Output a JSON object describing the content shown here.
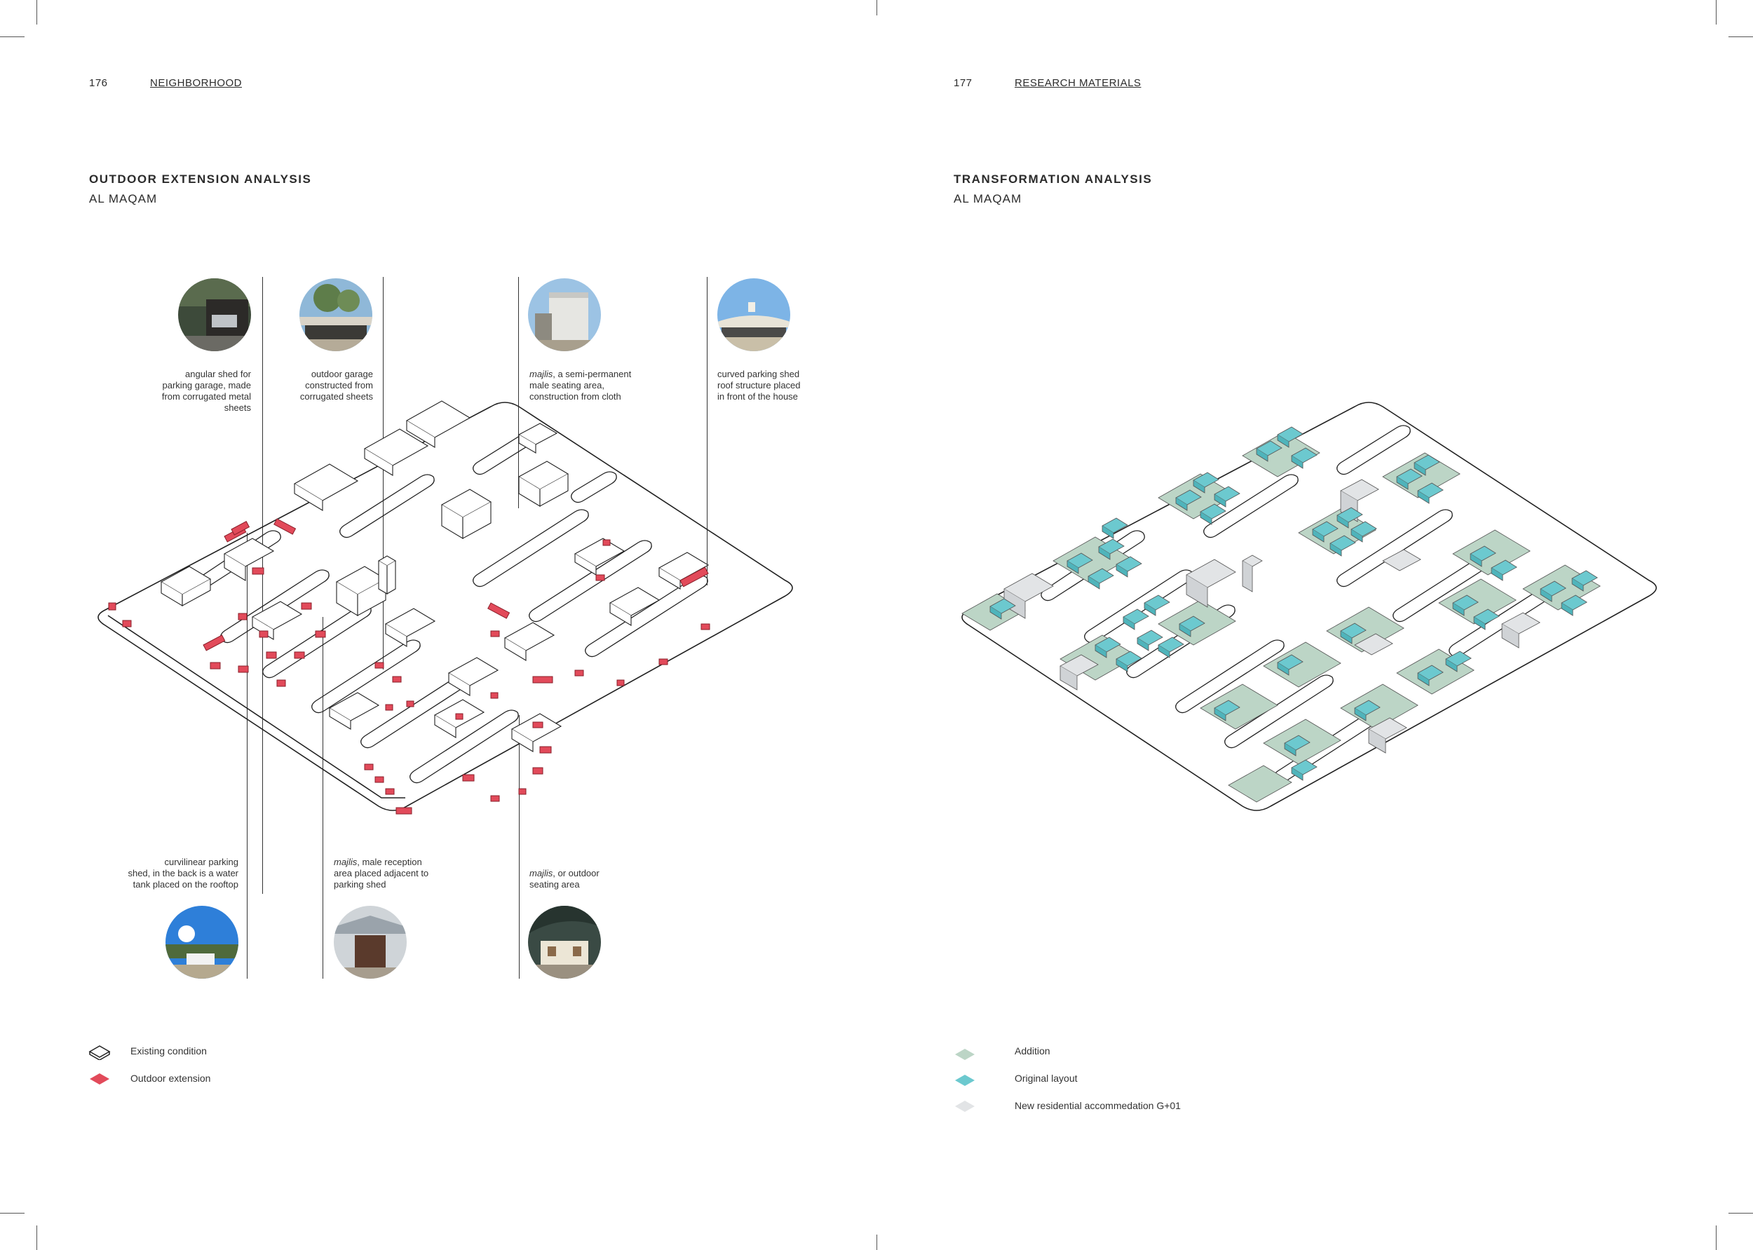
{
  "left_page": {
    "page_number": "176",
    "section": "NEIGHBORHOOD",
    "title": "OUTDOOR EXTENSION ANALYSIS",
    "subtitle": "AL MAQAM",
    "captions_top": [
      {
        "lines": [
          "angular shed for",
          "parking garage, made",
          "from corrugated metal",
          "sheets"
        ]
      },
      {
        "lines": [
          "outdoor garage",
          "constructed from",
          "corrugated sheets"
        ]
      },
      {
        "em": "majlis",
        "rest": ", a semi-permanent",
        "lines": [
          "male seating area,",
          "construction from cloth"
        ]
      },
      {
        "lines": [
          "curved parking shed",
          "roof structure placed",
          "in front of the house"
        ]
      }
    ],
    "captions_bottom": [
      {
        "lines": [
          "curvilinear parking",
          "shed, in the back is a water",
          "tank placed on the rooftop"
        ]
      },
      {
        "em": "majlis",
        "rest": ", male reception",
        "lines": [
          "area placed adjacent to",
          "parking shed"
        ]
      },
      {
        "em": "majlis",
        "rest": ", or outdoor",
        "lines": [
          "seating area"
        ]
      }
    ],
    "legend": [
      {
        "label": "Existing condition",
        "color": "#ffffff"
      },
      {
        "label": "Outdoor extension",
        "color": "#e24a5a"
      }
    ]
  },
  "right_page": {
    "page_number": "177",
    "section": "RESEARCH MATERIALS",
    "title": "TRANSFORMATION ANALYSIS",
    "subtitle": "AL MAQAM",
    "legend": [
      {
        "label": "Addition",
        "color": "#bcd5c6"
      },
      {
        "label": "Original layout",
        "color": "#6cc9cf"
      },
      {
        "label": "New residential accommedation G+01",
        "color": "#e2e4e6"
      }
    ]
  },
  "colors": {
    "extension": "#e24a5a",
    "addition": "#bcd5c6",
    "original": "#6cc9cf",
    "new_residential": "#e2e4e6",
    "line": "#222222"
  }
}
